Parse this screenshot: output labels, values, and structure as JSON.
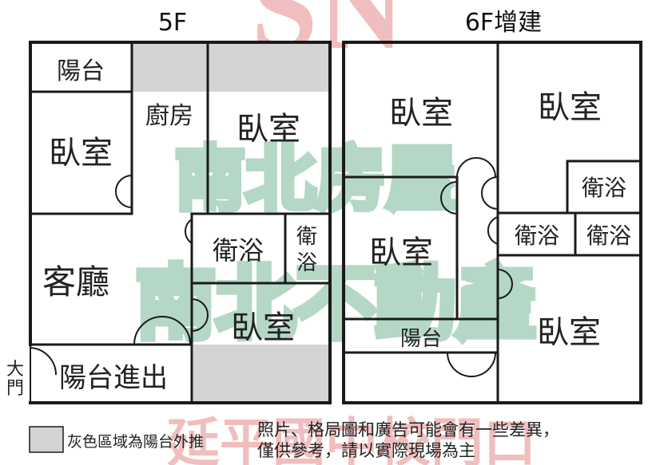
{
  "colors": {
    "wall": "#1a1a1a",
    "gray_area": "#d4d4d4",
    "watermark_red": "#e06060",
    "watermark_green": "#5aa882"
  },
  "watermark": {
    "top_letters": "SN",
    "line1": "南北房屋",
    "line2": "南北不動產",
    "bottom_text": "延平國中校門口"
  },
  "floors": [
    {
      "title": "5F",
      "rooms": {
        "balcony_top": "陽台",
        "kitchen": "廚房",
        "bedroom_left": "臥室",
        "bedroom_top_right": "臥室",
        "living_room": "客廳",
        "bath_large": "衛浴",
        "bath_small_line1": "衛",
        "bath_small_line2": "浴",
        "bedroom_bottom": "臥室",
        "balcony_entry": "陽台進出"
      },
      "door_label_line1": "大",
      "door_label_line2": "門"
    },
    {
      "title": "6F增建",
      "rooms": {
        "bedroom_top_left": "臥室",
        "bedroom_top_right": "臥室",
        "bath_upper": "衛浴",
        "bedroom_mid": "臥室",
        "bath_mid_left": "衛浴",
        "bath_mid_right": "衛浴",
        "balcony": "陽台",
        "bedroom_bottom_right": "臥室"
      }
    }
  ],
  "legend": {
    "label": "灰色區域為陽台外推"
  },
  "disclaimer": {
    "line1": "照片、格局圖和廣告可能會有一些差異，",
    "line2": "僅供參考，請以實際現場為主"
  }
}
